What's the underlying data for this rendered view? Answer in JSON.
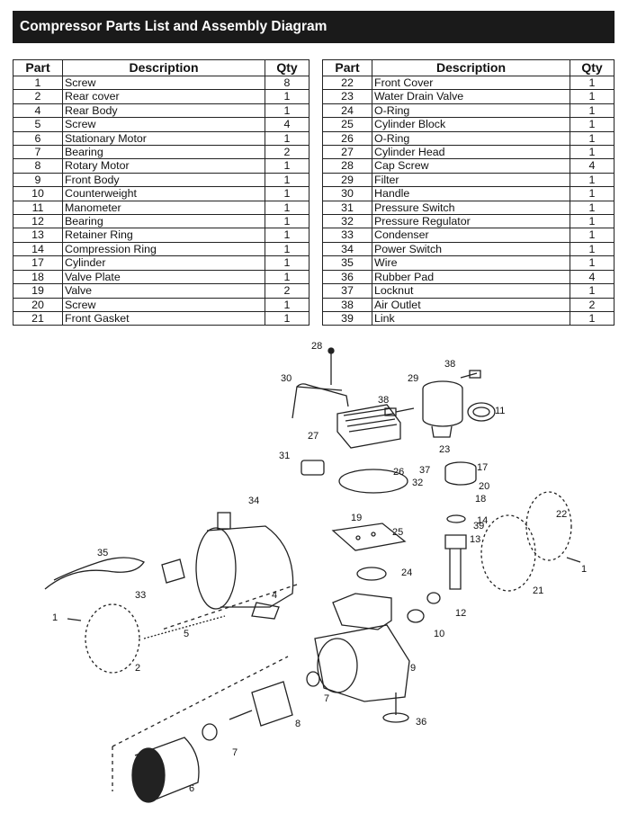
{
  "title": "Compressor Parts List and Assembly Diagram",
  "headers": {
    "part": "Part",
    "description": "Description",
    "qty": "Qty"
  },
  "left_rows": [
    {
      "part": "1",
      "description": "Screw",
      "qty": "8"
    },
    {
      "part": "2",
      "description": "Rear cover",
      "qty": "1"
    },
    {
      "part": "4",
      "description": "Rear Body",
      "qty": "1"
    },
    {
      "part": "5",
      "description": "Screw",
      "qty": "4"
    },
    {
      "part": "6",
      "description": "Stationary Motor",
      "qty": "1"
    },
    {
      "part": "7",
      "description": "Bearing",
      "qty": "2"
    },
    {
      "part": "8",
      "description": "Rotary Motor",
      "qty": "1"
    },
    {
      "part": "9",
      "description": "Front Body",
      "qty": "1"
    },
    {
      "part": "10",
      "description": "Counterweight",
      "qty": "1"
    },
    {
      "part": "11",
      "description": "Manometer",
      "qty": "1"
    },
    {
      "part": "12",
      "description": "Bearing",
      "qty": "1"
    },
    {
      "part": "13",
      "description": "Retainer Ring",
      "qty": "1"
    },
    {
      "part": "14",
      "description": "Compression Ring",
      "qty": "1"
    },
    {
      "part": "17",
      "description": "Cylinder",
      "qty": "1"
    },
    {
      "part": "18",
      "description": "Valve Plate",
      "qty": "1"
    },
    {
      "part": "19",
      "description": "Valve",
      "qty": "2"
    },
    {
      "part": "20",
      "description": "Screw",
      "qty": "1"
    },
    {
      "part": "21",
      "description": "Front Gasket",
      "qty": "1"
    }
  ],
  "right_rows": [
    {
      "part": "22",
      "description": "Front Cover",
      "qty": "1"
    },
    {
      "part": "23",
      "description": "Water Drain Valve",
      "qty": "1"
    },
    {
      "part": "24",
      "description": "O-Ring",
      "qty": "1"
    },
    {
      "part": "25",
      "description": "Cylinder Block",
      "qty": "1"
    },
    {
      "part": "26",
      "description": "O-Ring",
      "qty": "1"
    },
    {
      "part": "27",
      "description": "Cylinder Head",
      "qty": "1"
    },
    {
      "part": "28",
      "description": "Cap Screw",
      "qty": "4"
    },
    {
      "part": "29",
      "description": "Filter",
      "qty": "1"
    },
    {
      "part": "30",
      "description": "Handle",
      "qty": "1"
    },
    {
      "part": "31",
      "description": "Pressure Switch",
      "qty": "1"
    },
    {
      "part": "32",
      "description": "Pressure Regulator",
      "qty": "1"
    },
    {
      "part": "33",
      "description": "Condenser",
      "qty": "1"
    },
    {
      "part": "34",
      "description": "Power Switch",
      "qty": "1"
    },
    {
      "part": "35",
      "description": "Wire",
      "qty": "1"
    },
    {
      "part": "36",
      "description": "Rubber Pad",
      "qty": "4"
    },
    {
      "part": "37",
      "description": "Locknut",
      "qty": "1"
    },
    {
      "part": "38",
      "description": "Air Outlet",
      "qty": "2"
    },
    {
      "part": "39",
      "description": "Link",
      "qty": "1"
    }
  ],
  "diagram_labels": [
    "28",
    "30",
    "29",
    "38",
    "38",
    "11",
    "27",
    "31",
    "23",
    "26",
    "37",
    "32",
    "17",
    "20",
    "18",
    "34",
    "19",
    "25",
    "14",
    "35",
    "13",
    "39",
    "22",
    "33",
    "4",
    "24",
    "1",
    "12",
    "21",
    "1",
    "5",
    "10",
    "2",
    "9",
    "7",
    "36",
    "8",
    "7",
    "6"
  ]
}
